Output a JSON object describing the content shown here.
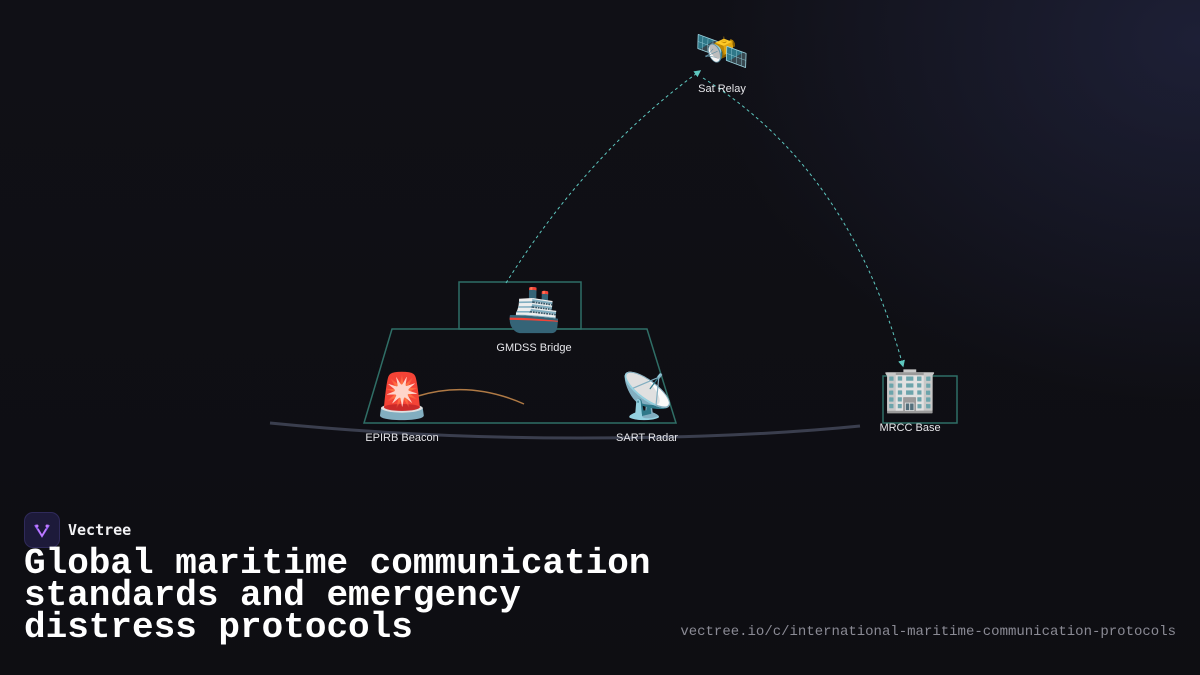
{
  "diagram": {
    "nodes": [
      {
        "id": "sat",
        "label": "Sat Relay",
        "icon": "satellite-icon",
        "glyph": "🛰️"
      },
      {
        "id": "bridge",
        "label": "GMDSS Bridge",
        "icon": "ship-icon",
        "glyph": "🚢"
      },
      {
        "id": "epirb",
        "label": "EPIRB Beacon",
        "icon": "siren-icon",
        "glyph": "🚨"
      },
      {
        "id": "sart",
        "label": "SART Radar",
        "icon": "satellite-dish-icon",
        "glyph": "📡"
      },
      {
        "id": "mrcc",
        "label": "MRCC Base",
        "icon": "office-building-icon",
        "glyph": "🏢"
      }
    ],
    "edges": [
      {
        "from": "bridge",
        "to": "sat",
        "style": "dashed",
        "color": "#5ec8c0"
      },
      {
        "from": "sat",
        "to": "mrcc",
        "style": "dashed",
        "color": "#5ec8c0"
      },
      {
        "from": "epirb",
        "to": "sart",
        "style": "solid",
        "color": "#b07a45"
      }
    ],
    "colors": {
      "outline": "#2f6e66",
      "waterline": "#3a3e4e",
      "link": "#5ec8c0",
      "beacon_link": "#b07a45"
    }
  },
  "brand": {
    "name": "Vectree",
    "logo_icon": "vectree-logo-icon",
    "accent": "#7a4fd6"
  },
  "title": "Global maritime communication standards and emergency distress protocols",
  "url": "vectree.io/c/international-maritime-communication-protocols"
}
